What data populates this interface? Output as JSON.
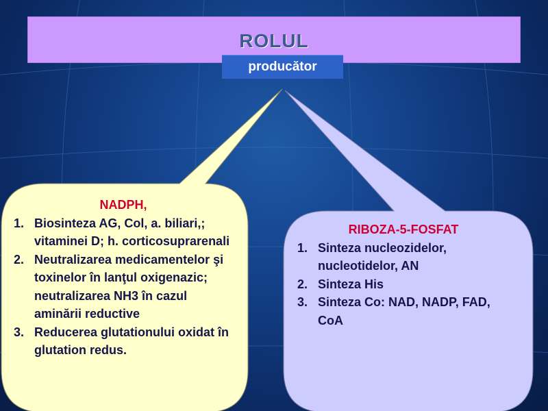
{
  "slide": {
    "title": "ROLUL",
    "subtitle": "producător",
    "left_panel": {
      "heading": "NADPH,",
      "fill_color": "#ffffcc",
      "items": [
        {
          "num": "1.",
          "text": "Biosinteza AG, Col, a. biliari,; vitaminei D; h. corticosuprarenali"
        },
        {
          "num": "2.",
          "text": "Neutralizarea medicamentelor şi toxinelor în lanţul oxigenazic; neutralizarea NH3 în cazul aminării reductive"
        },
        {
          "num": "3.",
          "text": "Reducerea glutationului oxidat în glutation redus."
        }
      ]
    },
    "right_panel": {
      "heading": "RIBOZA-5-FOSFAT",
      "fill_color": "#ccccff",
      "items": [
        {
          "num": "1.",
          "text": "Sinteza nucleozidelor, nucleotidelor, AN"
        },
        {
          "num": "2.",
          "text": "Sinteza His"
        },
        {
          "num": "3.",
          "text": "Sinteza Co: NAD, NADP, FAD, CoA"
        }
      ]
    },
    "colors": {
      "title_bg": "#cc99ff",
      "subtitle_bg": "#2d63c9",
      "heading_red": "#cc0033",
      "body_text": "#14144a"
    }
  }
}
